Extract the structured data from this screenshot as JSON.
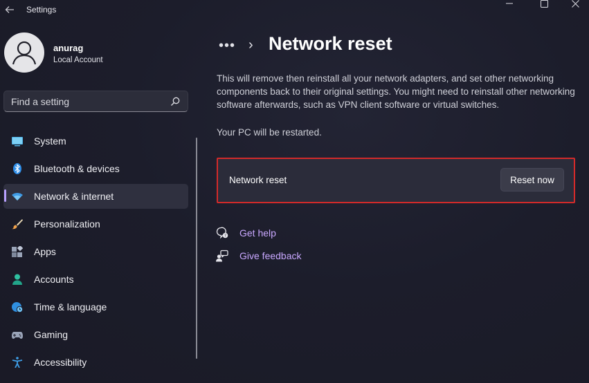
{
  "window": {
    "title": "Settings"
  },
  "user": {
    "name": "anurag",
    "account_type": "Local Account"
  },
  "search": {
    "placeholder": "Find a setting"
  },
  "sidebar": {
    "items": [
      {
        "label": "System",
        "icon": "monitor-icon",
        "active": false
      },
      {
        "label": "Bluetooth & devices",
        "icon": "bluetooth-icon",
        "active": false
      },
      {
        "label": "Network & internet",
        "icon": "wifi-icon",
        "active": true
      },
      {
        "label": "Personalization",
        "icon": "paintbrush-icon",
        "active": false
      },
      {
        "label": "Apps",
        "icon": "apps-icon",
        "active": false
      },
      {
        "label": "Accounts",
        "icon": "person-icon",
        "active": false
      },
      {
        "label": "Time & language",
        "icon": "globe-clock-icon",
        "active": false
      },
      {
        "label": "Gaming",
        "icon": "gamepad-icon",
        "active": false
      },
      {
        "label": "Accessibility",
        "icon": "accessibility-icon",
        "active": false
      }
    ]
  },
  "breadcrumb": {
    "overflow": "•••",
    "separator": "›",
    "current": "Network reset"
  },
  "content": {
    "description": "This will remove then reinstall all your network adapters, and set other networking components back to their original settings. You might need to reinstall other networking software afterwards, such as VPN client software or virtual switches.",
    "restart_note": "Your PC will be restarted.",
    "card": {
      "label": "Network reset",
      "button": "Reset now"
    },
    "links": [
      {
        "label": "Get help",
        "icon": "help-chat-icon"
      },
      {
        "label": "Give feedback",
        "icon": "feedback-icon"
      }
    ]
  },
  "colors": {
    "accent": "#c9a8ff",
    "highlight_border": "#d42a2a",
    "background": "#1c1d2b"
  }
}
